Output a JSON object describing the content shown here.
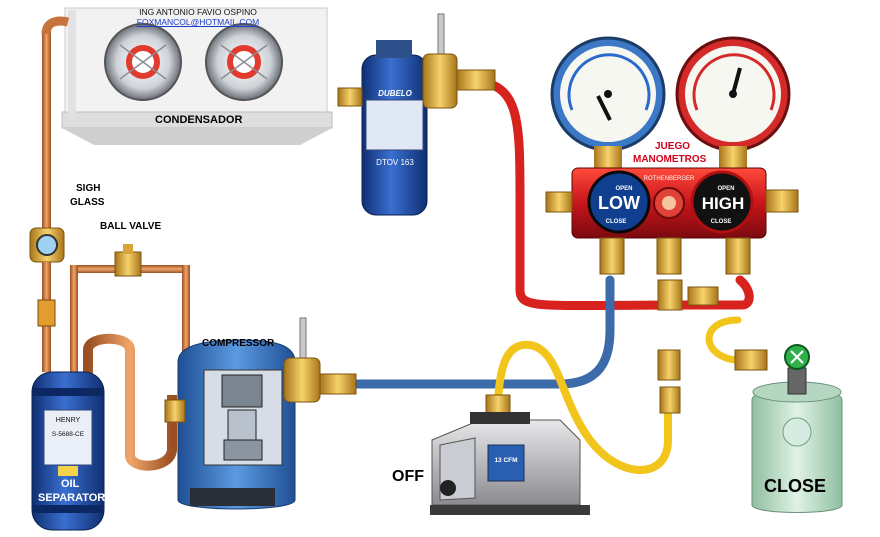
{
  "credit": {
    "author": "ING ANTONIO FAVIO OSPINO",
    "email": "FOXMANCOL@HOTMAIL.COM"
  },
  "labels": {
    "condenser": "CONDENSADOR",
    "sight_glass_line1": "SIGH",
    "sight_glass_line2": "GLASS",
    "ball_valve": "BALL VALVE",
    "compressor": "COMPRESSOR",
    "gauges_line1": "JUEGO",
    "gauges_line2": "MANOMETROS",
    "oil_separator_line1": "OIL",
    "oil_separator_line2": "SEPARATOR",
    "vacuum_pump_state": "OFF",
    "refrigerant_state": "CLOSE",
    "low_side": "LOW",
    "high_side": "HIGH",
    "open_left": "OPEN",
    "close_left": "CLOSE",
    "open_right": "OPEN",
    "close_right": "CLOSE",
    "filter_brand": "DUBELO",
    "filter_model": "DTOV 163",
    "separator_brand": "HENRY",
    "separator_model": "S-5688-CE",
    "manifold_brand": "ROTHENBERGER",
    "pump_model": "13 CFM"
  },
  "colors": {
    "red_hose": "#d8221e",
    "blue_hose": "#3d6aa8",
    "yellow_hose": "#f2c51c",
    "brass": "#d4a12a",
    "copper": "#c8733c",
    "tank_blue": "#1f4fa6",
    "compressor_blue": "#3a78c7",
    "cylinder_green": "#b9dcc6"
  }
}
